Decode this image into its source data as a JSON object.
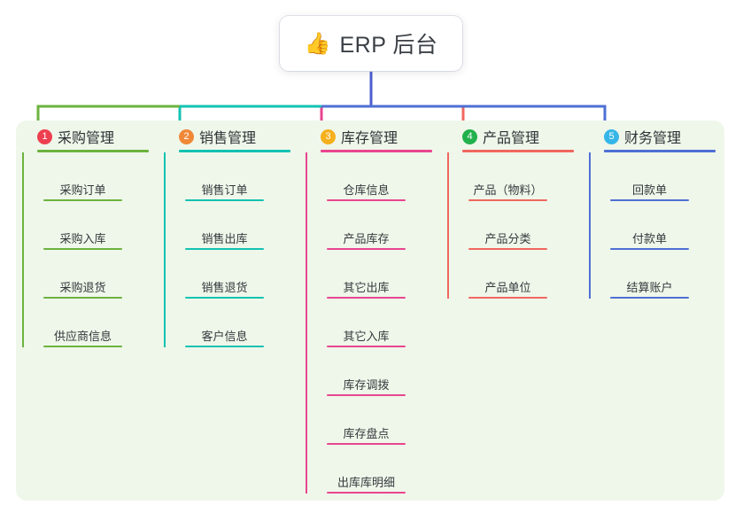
{
  "root": {
    "icon": "thumbs-up-icon",
    "emoji": "👍",
    "title": "ERP 后台"
  },
  "palette": {
    "panel_bg": "#eff7ea",
    "root_stem": "#4e5fd0",
    "text": "#35393d"
  },
  "branches": [
    {
      "index": "1",
      "title": "采购管理",
      "color": "#6cb33f",
      "badge_color": "#ed3f4f",
      "items": [
        {
          "label": "采购订单"
        },
        {
          "label": "采购入库"
        },
        {
          "label": "采购退货"
        },
        {
          "label": "供应商信息"
        }
      ]
    },
    {
      "index": "2",
      "title": "销售管理",
      "color": "#13c2b2",
      "badge_color": "#f08838",
      "items": [
        {
          "label": "销售订单"
        },
        {
          "label": "销售出库"
        },
        {
          "label": "销售退货"
        },
        {
          "label": "客户信息"
        }
      ]
    },
    {
      "index": "3",
      "title": "库存管理",
      "color": "#e8468f",
      "badge_color": "#f5b01d",
      "items": [
        {
          "label": "仓库信息"
        },
        {
          "label": "产品库存"
        },
        {
          "label": "其它出库"
        },
        {
          "label": "其它入库"
        },
        {
          "label": "库存调拨"
        },
        {
          "label": "库存盘点"
        },
        {
          "label": "出库库明细"
        }
      ]
    },
    {
      "index": "4",
      "title": "产品管理",
      "color": "#f0675f",
      "badge_color": "#22b14c",
      "items": [
        {
          "label": "产品（物料）"
        },
        {
          "label": "产品分类"
        },
        {
          "label": "产品单位"
        }
      ]
    },
    {
      "index": "5",
      "title": "财务管理",
      "color": "#4e6fd4",
      "badge_color": "#36b6e8",
      "items": [
        {
          "label": "回款单"
        },
        {
          "label": "付款单"
        },
        {
          "label": "结算账户"
        }
      ]
    }
  ]
}
